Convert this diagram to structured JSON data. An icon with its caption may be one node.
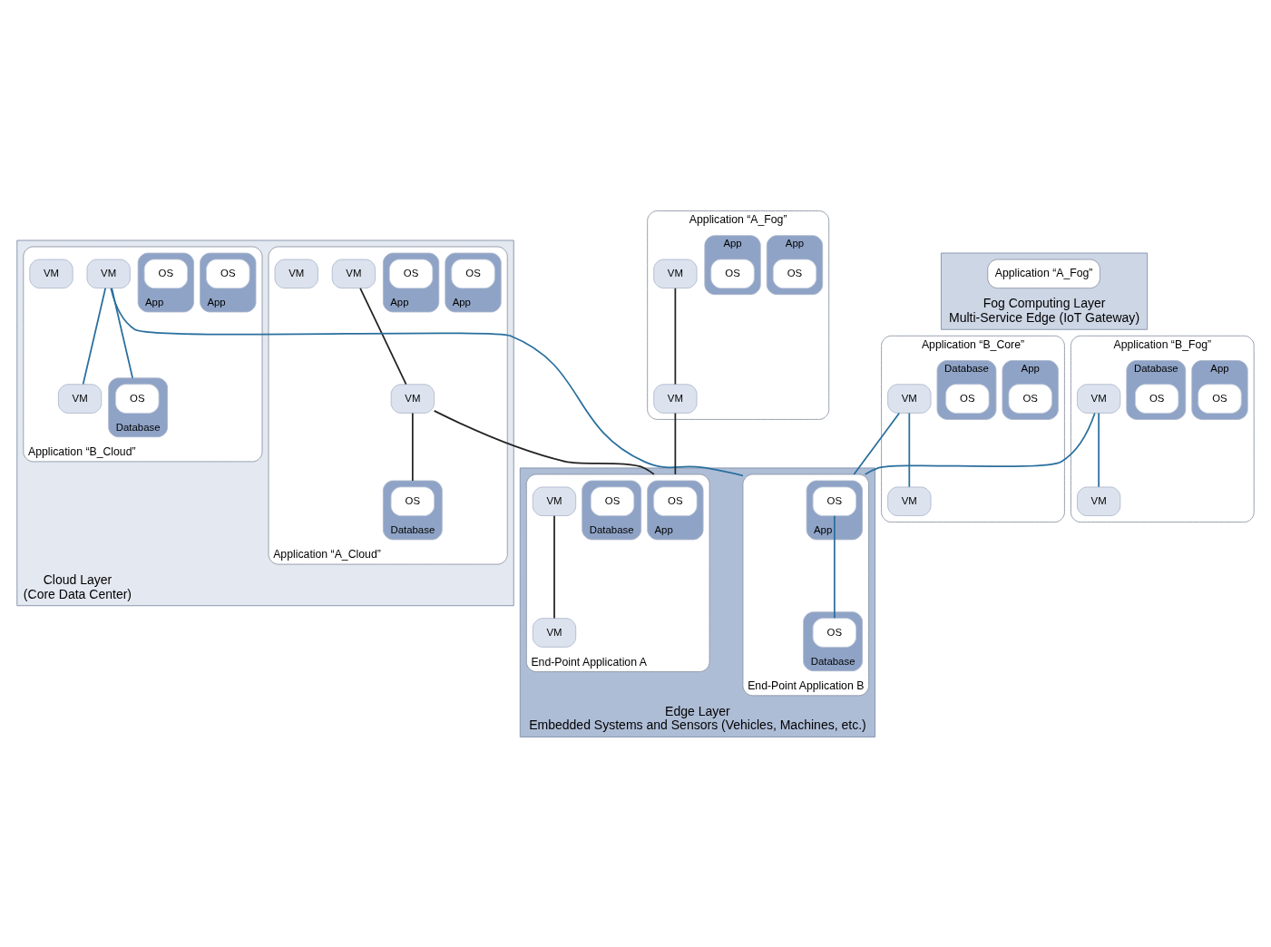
{
  "diagram": {
    "nodes": [
      {
        "text": [
          "Cloud Layer",
          "(Core Data Center)"
        ]
      },
      {
        "text": [
          "Application “A_Cloud”"
        ],
        "in": 0
      },
      {
        "text": [
          "App"
        ],
        "in": 1
      },
      {
        "text": [
          "OS"
        ],
        "in": 2
      },
      {
        "text": [
          "App"
        ],
        "in": 1
      },
      {
        "text": [
          "OS"
        ],
        "in": 4
      },
      {
        "text": [
          "VM"
        ],
        "in": 1
      },
      {
        "text": [
          "VM"
        ],
        "in": 1
      },
      {
        "text": [
          "Database"
        ],
        "in": 1
      },
      {
        "text": [
          "OS"
        ],
        "in": 8
      },
      {
        "text": [
          "VM"
        ],
        "in": 1
      },
      {
        "text": [
          "Application “B_Cloud”"
        ],
        "in": 0
      },
      {
        "text": [
          "App"
        ],
        "in": 11
      },
      {
        "text": [
          "OS"
        ],
        "in": 12
      },
      {
        "text": [
          "App"
        ],
        "in": 11
      },
      {
        "text": [
          "OS"
        ],
        "in": 14
      },
      {
        "text": [
          "VM"
        ],
        "in": 11
      },
      {
        "text": [
          "VM"
        ],
        "in": 11
      },
      {
        "text": [
          "Database"
        ],
        "in": 11
      },
      {
        "text": [
          "OS"
        ],
        "in": 18
      },
      {
        "text": [
          "VM"
        ],
        "in": 11
      },
      {
        "text": [
          "Fog Computing Layer",
          "Multi-Service Edge (IoT Gateway)"
        ]
      },
      {
        "text": [
          "Application “B_Core”"
        ]
      },
      {
        "text": [
          "App"
        ],
        "in": 22
      },
      {
        "text": [
          "OS"
        ],
        "in": 23
      },
      {
        "text": [
          "Database"
        ],
        "in": 22
      },
      {
        "text": [
          "OS"
        ],
        "in": 25
      },
      {
        "text": [
          "VM"
        ],
        "in": 22
      },
      {
        "text": [
          "VM"
        ],
        "in": 22
      },
      {
        "text": [
          "Application “A_Fog”"
        ],
        "in": 21
      },
      {
        "text": [
          "Application “A_Fog”"
        ]
      },
      {
        "text": [
          "App"
        ],
        "in": 30
      },
      {
        "text": [
          "OS"
        ],
        "in": 31
      },
      {
        "text": [
          "App"
        ],
        "in": 30
      },
      {
        "text": [
          "OS"
        ],
        "in": 33
      },
      {
        "text": [
          "VM"
        ],
        "in": 30
      },
      {
        "text": [
          "VM"
        ],
        "in": 30
      },
      {
        "text": [
          "Application “B_Fog”"
        ]
      },
      {
        "text": [
          "App"
        ],
        "in": 37
      },
      {
        "text": [
          "OS"
        ],
        "in": 38
      },
      {
        "text": [
          "Database"
        ],
        "in": 37
      },
      {
        "text": [
          "OS"
        ],
        "in": 40
      },
      {
        "text": [
          "VM"
        ],
        "in": 37
      },
      {
        "text": [
          "VM"
        ],
        "in": 37
      },
      {
        "text": [
          "Edge Layer",
          "Embedded Systems and Sensors (Vehicles, Machines, etc.)"
        ]
      },
      {
        "text": [
          "End-Point Application A"
        ],
        "in": 44
      },
      {
        "text": [
          "App"
        ],
        "in": 45
      },
      {
        "text": [
          "OS"
        ],
        "in": 46
      },
      {
        "text": [
          "Database"
        ],
        "in": 45
      },
      {
        "text": [
          "OS"
        ],
        "in": 48
      },
      {
        "text": [
          "VM"
        ],
        "in": 45
      },
      {
        "text": [
          "VM"
        ],
        "in": 45
      },
      {
        "text": [
          "End-Point Application B"
        ],
        "in": 44
      },
      {
        "text": [
          "App"
        ],
        "in": 52
      },
      {
        "text": [
          "OS"
        ],
        "in": 53
      },
      {
        "text": [
          "Database"
        ],
        "in": 52
      },
      {
        "text": [
          "OS"
        ],
        "in": 55
      }
    ],
    "edges": [
      {
        "from": 6,
        "to": 7,
        "arrow": "none",
        "color": "#222222"
      },
      {
        "from": 7,
        "to": 8,
        "arrow": "none",
        "color": "#222222"
      },
      {
        "from": 7,
        "to": 45,
        "arrow": "none",
        "color": "#222222"
      },
      {
        "from": 35,
        "to": 36,
        "arrow": "none",
        "color": "#222222"
      },
      {
        "from": 36,
        "to": 45,
        "arrow": "none",
        "color": "#222222"
      },
      {
        "from": 50,
        "to": 51,
        "arrow": "none",
        "color": "#222222"
      },
      {
        "from": 16,
        "to": 17,
        "arrow": "none"
      },
      {
        "from": 16,
        "to": 18,
        "arrow": "none"
      },
      {
        "from": 16,
        "to": 52,
        "arrow": "none"
      },
      {
        "from": 27,
        "to": 28,
        "arrow": "none"
      },
      {
        "from": 27,
        "to": 52,
        "arrow": "none"
      },
      {
        "from": 42,
        "to": 43,
        "arrow": "none"
      },
      {
        "from": 42,
        "to": 52,
        "arrow": "none"
      },
      {
        "from": 54,
        "to": 56,
        "arrow": "none"
      }
    ]
  }
}
